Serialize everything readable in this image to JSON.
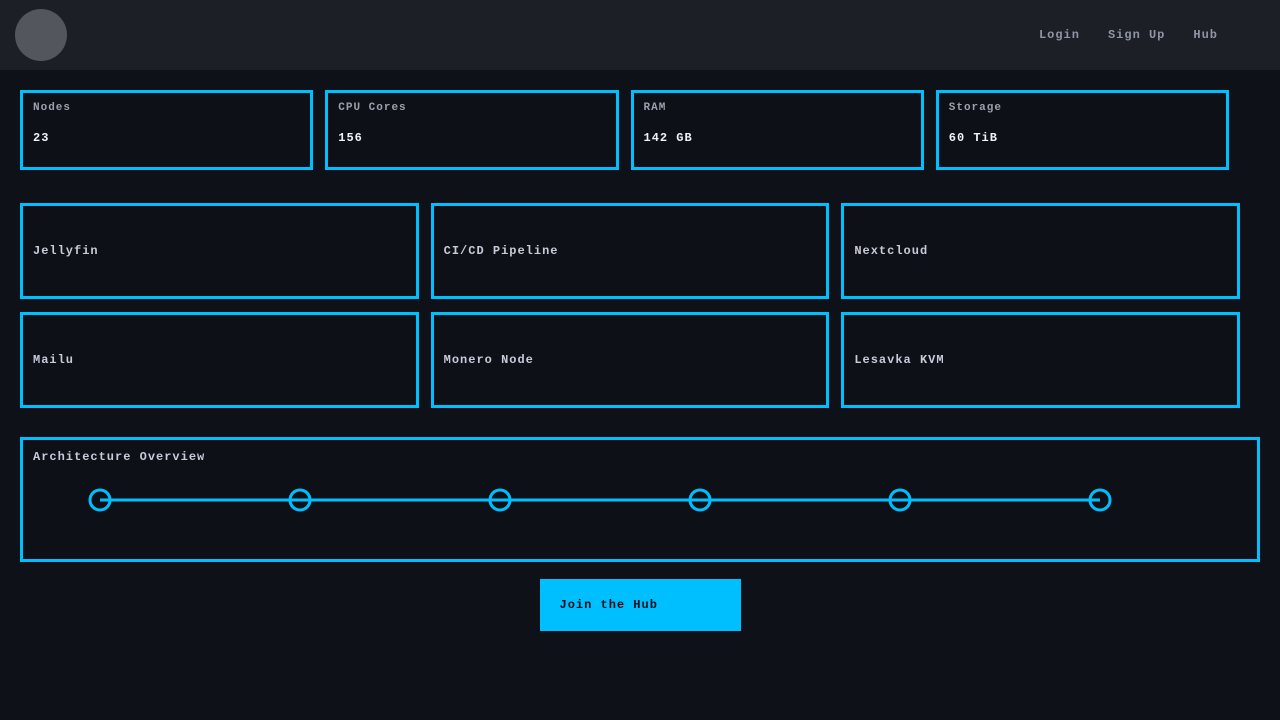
{
  "navbar": {
    "links": [
      {
        "label": "Login"
      },
      {
        "label": "Sign Up"
      },
      {
        "label": "Hub"
      }
    ]
  },
  "stats": [
    {
      "label": "Nodes",
      "value": "23"
    },
    {
      "label": "CPU Cores",
      "value": "156"
    },
    {
      "label": "RAM",
      "value": "142 GB"
    },
    {
      "label": "Storage",
      "value": "60 TiB"
    }
  ],
  "services": [
    {
      "name": "Jellyfin"
    },
    {
      "name": "CI/CD Pipeline"
    },
    {
      "name": "Nextcloud"
    },
    {
      "name": "Mailu"
    },
    {
      "name": "Monero Node"
    },
    {
      "name": "Lesavka KVM"
    }
  ],
  "architecture": {
    "title": "Architecture Overview",
    "node_count": 6
  },
  "cta": {
    "label": "Join the Hub"
  },
  "colors": {
    "accent": "#00bfff",
    "page_bg": "#0f1119",
    "navbar_bg": "#1d1f27",
    "card_bg": "#0d1117",
    "avatar_grey": "#54565e"
  }
}
